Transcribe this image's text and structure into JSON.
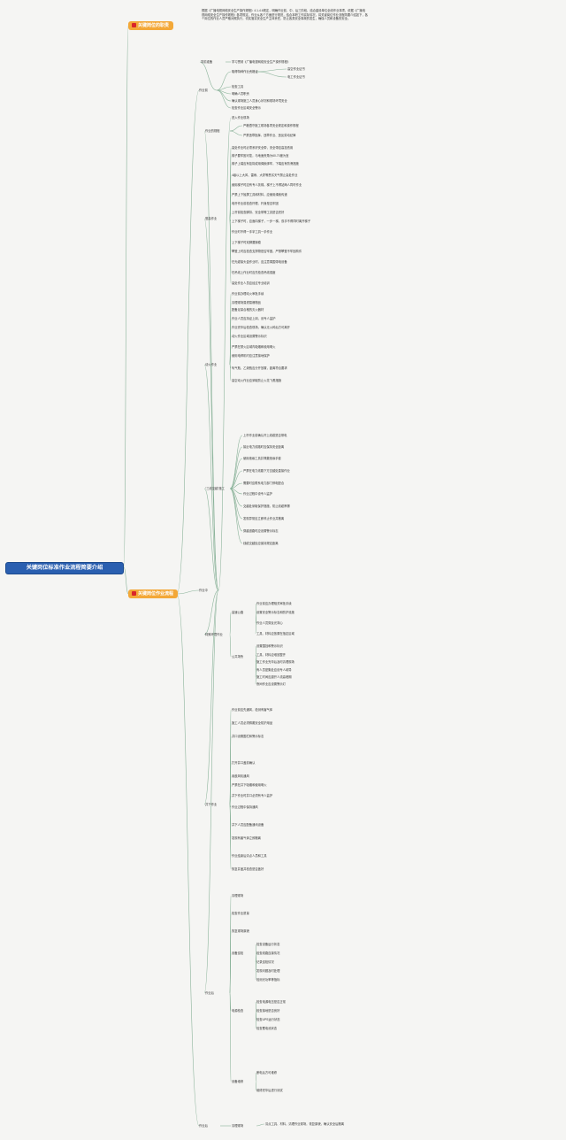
{
  "root": {
    "title": "关键岗位标准作业流程简要介绍"
  },
  "highlights": [
    {
      "label": "关键岗位的职责"
    },
    {
      "label": "关键岗位作业流程"
    }
  ],
  "intro_text": "根据《广播电视网络安全生产操作规程》4.1-4.6规定，明确作业前、中、后三阶段，结合建设单位全线作业事项，依据《广播电视网络安全生产操作规程》各项规定，作业从各个方面进行规范，结合本职工作实际情况，将关键岗位作业流程简要介绍如下，各个岗位的作业人员严格对照执行，切实落实安全生产主体责任，防止各类安全事故的发生，确保人员和设备的安全。",
  "nodes": [
    {
      "id": "n1",
      "text": "学前准备"
    },
    {
      "id": "n2",
      "text": "学习贯彻《广播电视网络安全生产操作规程》"
    },
    {
      "id": "n3",
      "text": "作业前"
    },
    {
      "id": "n4",
      "text": "取得特种作业资格证"
    },
    {
      "id": "n5",
      "text": "高空作业证书"
    },
    {
      "id": "n6",
      "text": "电工作业证书"
    },
    {
      "id": "n7",
      "text": "检查工具"
    },
    {
      "id": "n8",
      "text": "明确人员职责"
    },
    {
      "id": "n9",
      "text": "确认现场施工人员身心状况和现场环境安全"
    },
    {
      "id": "n10",
      "text": "检查作业区域安全警示"
    },
    {
      "id": "n11",
      "text": "进入作业现场"
    },
    {
      "id": "n12",
      "text": "作业的规程"
    },
    {
      "id": "n13",
      "text": "作业中"
    },
    {
      "id": "n14",
      "text": "严格遵守施工现场各项安全规定和操作规程"
    },
    {
      "id": "n15",
      "text": "严禁违章指挥、违章作业、违反劳动纪律"
    },
    {
      "id": "n16",
      "text": "登高作业"
    },
    {
      "id": "n17",
      "text": "高处作业时必须系好安全带，安全带应高挂低用"
    },
    {
      "id": "n18",
      "text": "梯子要牢固可靠，与地面夹角为60-70度为宜"
    },
    {
      "id": "n19",
      "text": "梯子上端应有挂钩或用绳索绑牢，下端应有防滑措施"
    },
    {
      "id": "n20",
      "text": "4级以上大风、雷雨、大雾等恶劣天气禁止高处作业"
    },
    {
      "id": "n21",
      "text": "使用梯子时应有专人扶梯，梯子上不得站两人同时作业"
    },
    {
      "id": "n22",
      "text": "严禁上下抛掷工具和材料，应使用绳索传递"
    },
    {
      "id": "n23",
      "text": "电杆作业前检查杆根、杆身是否牢固"
    },
    {
      "id": "n24",
      "text": "上杆前检查脚扣、安全带等工具是否完好"
    },
    {
      "id": "n25",
      "text": "上下梯子时，应面向梯子，一步一梯，双手不得同时离开梯子"
    },
    {
      "id": "n26",
      "text": "作业时不得一手拿工具一手作业"
    },
    {
      "id": "n27",
      "text": "上下梯子时双脚要踩稳"
    },
    {
      "id": "n28",
      "text": "攀登上时应检查支撑物是否牢固，严禁攀登不牢固构件"
    },
    {
      "id": "n29",
      "text": "在光缆接头盒作业时，应注意周围带电设备"
    },
    {
      "id": "n30",
      "text": "在吊线上作业时应先检查吊线强度"
    },
    {
      "id": "n31",
      "text": "高处作业人员应经过专业培训"
    },
    {
      "id": "n32",
      "text": "动火作业"
    },
    {
      "id": "n33",
      "text": "作业前办理动火审批手续"
    },
    {
      "id": "n34",
      "text": "清理现场易燃易爆物品"
    },
    {
      "id": "n35",
      "text": "配备足量合格的灭火器材"
    },
    {
      "id": "n36",
      "text": "作业人员应持证上岗，设专人监护"
    },
    {
      "id": "n37",
      "text": "作业完毕后检查现场，确认无火种后方可离开"
    },
    {
      "id": "n38",
      "text": "动火作业区域设置警示标识"
    },
    {
      "id": "n39",
      "text": "严禁在禁火区域内吸烟和使用明火"
    },
    {
      "id": "n40",
      "text": "使用电焊机时应注意接地保护"
    },
    {
      "id": "n41",
      "text": "氧气瓶、乙炔瓶应分开放置，距离符合要求"
    },
    {
      "id": "n42",
      "text": "高空动火作业应采取防止火花飞溅措施"
    },
    {
      "id": "n43",
      "text": "“三线交越”施工"
    },
    {
      "id": "n44",
      "text": "上杆作业前确认杆上线缆是否带电"
    },
    {
      "id": "n45",
      "text": "接近电力线路时应保持安全距离"
    },
    {
      "id": "n46",
      "text": "使用绝缘工具并佩戴绝缘手套"
    },
    {
      "id": "n47",
      "text": "严禁在电力线路下方交越处直接作业"
    },
    {
      "id": "n48",
      "text": "需要时应联系电力部门停电配合"
    },
    {
      "id": "n49",
      "text": "作业过程中设专人监护"
    },
    {
      "id": "n50",
      "text": "交越处采取保护措施，防止线缆摩擦"
    },
    {
      "id": "n51",
      "text": "发现异常应立即停止作业并撤离"
    },
    {
      "id": "n52",
      "text": "穿越道路时应设置警示标志"
    },
    {
      "id": "n53",
      "text": "线缆交越处应保持规定距离"
    },
    {
      "id": "n54",
      "text": "特殊环境作业"
    },
    {
      "id": "n55",
      "text": "高速公路"
    },
    {
      "id": "n56",
      "text": "作业前应办理相关审批手续"
    },
    {
      "id": "n57",
      "text": "设置安全警示标志和防护设施"
    },
    {
      "id": "n58",
      "text": "作业人员穿反光背心"
    },
    {
      "id": "n59",
      "text": "工具、材料应放置在指定区域"
    },
    {
      "id": "n60",
      "text": "公共场所"
    },
    {
      "id": "n61",
      "text": "设置围挡和警示标识"
    },
    {
      "id": "n62",
      "text": "工具、材料应堆放整齐"
    },
    {
      "id": "n63",
      "text": "施工作业完毕后及时清理现场"
    },
    {
      "id": "n64",
      "text": "有人员密集处应设专人疏导"
    },
    {
      "id": "n65",
      "text": "施工时间应避开人流高峰期"
    },
    {
      "id": "n66",
      "text": "夜间作业应设置警示灯"
    },
    {
      "id": "n67",
      "text": "井下作业"
    },
    {
      "id": "n68",
      "text": "作业前应先通风，检测有害气体"
    },
    {
      "id": "n69",
      "text": "施工人员必须佩戴安全防护用品"
    },
    {
      "id": "n70",
      "text": "井口设置围栏和警示标志"
    },
    {
      "id": "n71",
      "text": "打开井口盖前确认"
    },
    {
      "id": "n72",
      "text": "用鼓风机通风"
    },
    {
      "id": "n73",
      "text": "严禁在井下吸烟和使用明火"
    },
    {
      "id": "n74",
      "text": "井下作业时井口必须有专人监护"
    },
    {
      "id": "n75",
      "text": "作业过程中保持通风"
    },
    {
      "id": "n76",
      "text": "井下人员应配备通讯设备"
    },
    {
      "id": "n77",
      "text": "发现有害气体立即撤离"
    },
    {
      "id": "n78",
      "text": "作业结束后清点人员和工具"
    },
    {
      "id": "n79",
      "text": "恢复井盖并检查是否盖好"
    },
    {
      "id": "n80",
      "text": "作业后"
    },
    {
      "id": "n81",
      "text": "清理现场"
    },
    {
      "id": "n82",
      "text": "检查作业质量"
    },
    {
      "id": "n83",
      "text": "恢复现场原貌"
    },
    {
      "id": "n84",
      "text": "设备巡检"
    },
    {
      "id": "n85",
      "text": "检查设备运行状态"
    },
    {
      "id": "n86",
      "text": "检查线路连接情况"
    },
    {
      "id": "n87",
      "text": "记录巡检情况"
    },
    {
      "id": "n88",
      "text": "发现问题及时处理"
    },
    {
      "id": "n89",
      "text": "检测光功率等指标"
    },
    {
      "id": "n90",
      "text": "电源检查"
    },
    {
      "id": "n91",
      "text": "检查电源电压是否正常"
    },
    {
      "id": "n92",
      "text": "检查接地是否良好"
    },
    {
      "id": "n93",
      "text": "检查UPS运行状态"
    },
    {
      "id": "n94",
      "text": "检查蓄电池状态"
    },
    {
      "id": "n95",
      "text": "设备维修"
    },
    {
      "id": "n96",
      "text": "断电后方可维修"
    },
    {
      "id": "n97",
      "text": "维修完毕后进行测试"
    },
    {
      "id": "n98",
      "text": "作业后"
    },
    {
      "id": "n99",
      "text": "清理现场"
    },
    {
      "id": "n100",
      "text": "清点工具、材料，清理作业现场，恢复原貌，确认安全后撤离"
    }
  ]
}
